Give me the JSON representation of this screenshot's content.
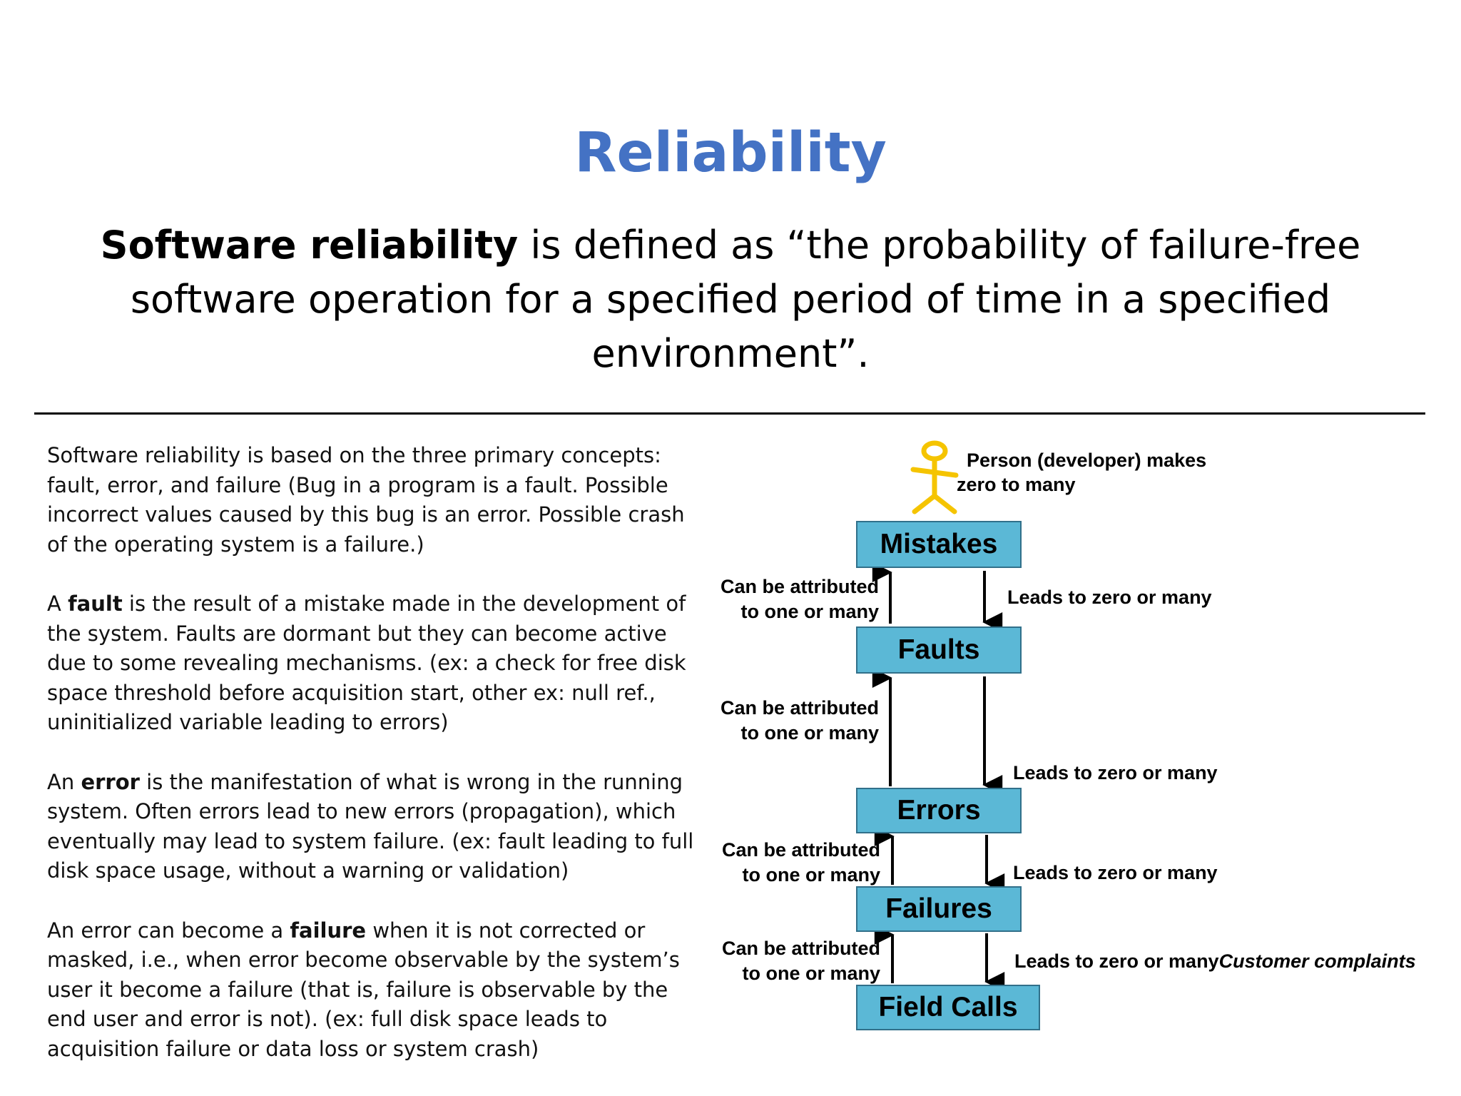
{
  "title": "Reliability",
  "definition": {
    "term": "Software reliability",
    "rest": " is defined as “the probability of failure-free software operation for a specified period of time in a specified environment”."
  },
  "paragraphs": [
    {
      "pre": "Software reliability is based on the three primary concepts: fault, error,  and failure (Bug in a program is a fault. Possible incorrect values caused by this bug is an error. Possible crash of the operating system is a failure.)",
      "term": "",
      "post": ""
    },
    {
      "pre": "A ",
      "term": "fault",
      "post": " is the result of a mistake made in the development of the system. Faults are dormant but they can become active due to some revealing mechanisms.  (ex: a check for free disk space threshold before acquisition start, other ex: null ref., uninitialized variable leading to errors)"
    },
    {
      "pre": "An ",
      "term": "error",
      "post": " is the manifestation of what is wrong in the running system. Often errors lead to new errors (propagation), which eventually may lead to system failure.  (ex: fault leading to full disk space usage, without a warning or validation)"
    },
    {
      "pre": "An error can become a ",
      "term": "failure",
      "post": " when it is not corrected or masked, i.e., when error become observable by the system’s user it become a failure (that is, failure is observable by the end user and error is not). (ex: full disk space leads to acquisition failure or data loss or system crash)"
    }
  ],
  "diagram": {
    "person_label": [
      "Person (developer) makes",
      "zero to many"
    ],
    "boxes": [
      "Mistakes",
      "Faults",
      "Errors",
      "Failures",
      "Field Calls"
    ],
    "attributed_label": [
      "Can be attributed",
      "to one or many"
    ],
    "leads_label": "Leads to zero or many",
    "customer_label": "Customer complaints",
    "colors": {
      "box_fill": "#5bb8d6",
      "person": "#f5c400",
      "title": "#4472c4"
    }
  }
}
